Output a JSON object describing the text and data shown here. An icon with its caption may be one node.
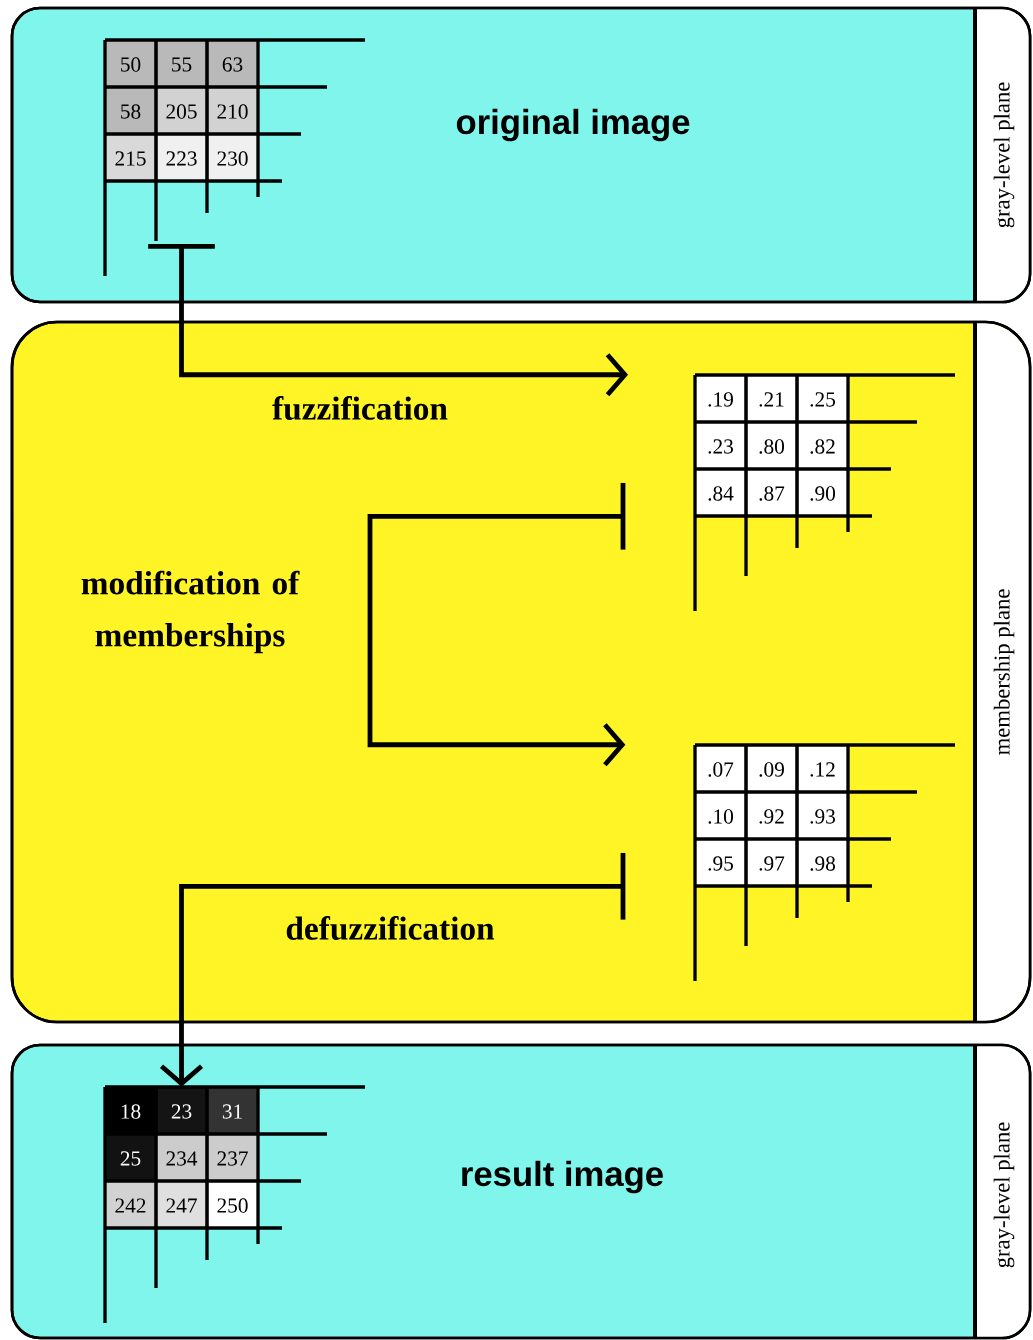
{
  "diagram": {
    "nodes": [
      {
        "text": [
          "original image",
          "gray-level plane"
        ]
      },
      {
        "text": [
          "50",
          "55",
          "63",
          "58",
          "205",
          "210",
          "215",
          "223",
          "230"
        ],
        "in": 0
      },
      {
        "text": [
          "membership plane"
        ]
      },
      {
        "text": [
          ".19",
          ".21",
          ".25",
          ".23",
          ".80",
          ".82",
          ".84",
          ".87",
          ".90"
        ],
        "in": 2
      },
      {
        "text": [
          ".07",
          ".09",
          ".12",
          ".10",
          ".92",
          ".93",
          ".95",
          ".97",
          ".98"
        ],
        "in": 2
      },
      {
        "text": [
          "result image",
          "gray-level plane"
        ]
      },
      {
        "text": [
          "18",
          "23",
          "31",
          "25",
          "234",
          "237",
          "242",
          "247",
          "250"
        ],
        "in": 5
      }
    ],
    "edges": [
      {
        "from": 1,
        "to": 3,
        "arrow": "to",
        "label": "fuzzification"
      },
      {
        "from": 3,
        "to": 4,
        "arrow": "to",
        "label": "modification of memberships"
      },
      {
        "from": 4,
        "to": 6,
        "arrow": "to",
        "label": "defuzzification"
      }
    ]
  }
}
